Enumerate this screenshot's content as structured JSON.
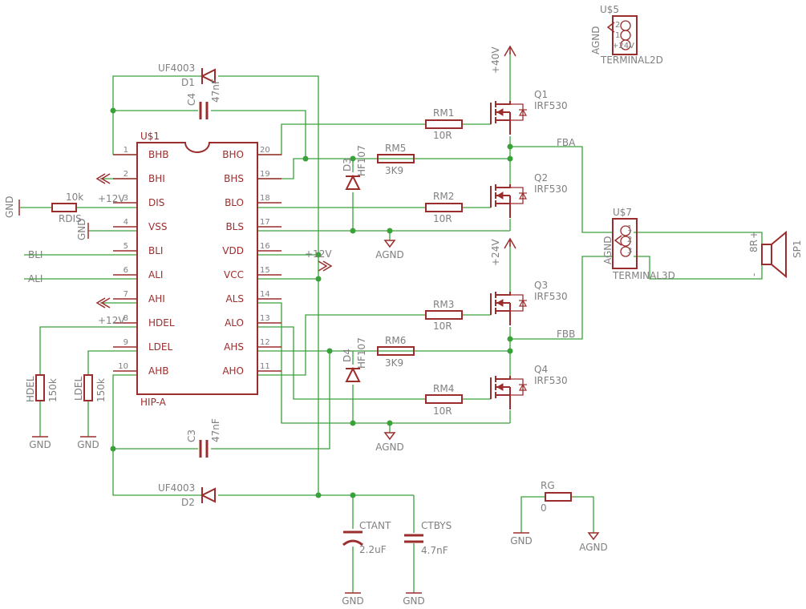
{
  "ic": {
    "ref": "U$1",
    "value": "HIP-A",
    "left_pins": [
      {
        "num": "1",
        "name": "BHB"
      },
      {
        "num": "2",
        "name": "BHI"
      },
      {
        "num": "3",
        "name": "DIS"
      },
      {
        "num": "4",
        "name": "VSS"
      },
      {
        "num": "5",
        "name": "BLI"
      },
      {
        "num": "6",
        "name": "ALI"
      },
      {
        "num": "7",
        "name": "AHI"
      },
      {
        "num": "8",
        "name": "HDEL"
      },
      {
        "num": "9",
        "name": "LDEL"
      },
      {
        "num": "10",
        "name": "AHB"
      }
    ],
    "right_pins": [
      {
        "num": "20",
        "name": "BHO"
      },
      {
        "num": "19",
        "name": "BHS"
      },
      {
        "num": "18",
        "name": "BLO"
      },
      {
        "num": "17",
        "name": "BLS"
      },
      {
        "num": "16",
        "name": "VDD"
      },
      {
        "num": "15",
        "name": "VCC"
      },
      {
        "num": "14",
        "name": "ALS"
      },
      {
        "num": "13",
        "name": "ALO"
      },
      {
        "num": "12",
        "name": "AHS"
      },
      {
        "num": "11",
        "name": "AHO"
      }
    ]
  },
  "labels": {
    "d1_val": "UF4003",
    "d1_ref": "D1",
    "d2_val": "UF4003",
    "d2_ref": "D2",
    "c4_ref": "C4",
    "c4_val": "47nF",
    "c3_ref": "C3",
    "c3_val": "47nF",
    "d3_ref": "D3",
    "d3_val": "HF107",
    "d4_ref": "D4",
    "d4_val": "HF107",
    "rm1": "RM1",
    "rm1_val": "10R",
    "rm2": "RM2",
    "rm2_val": "10R",
    "rm3": "RM3",
    "rm3_val": "10R",
    "rm4": "RM4",
    "rm4_val": "10R",
    "rm5": "RM5",
    "rm5_val": "3K9",
    "rm6": "RM6",
    "rm6_val": "3K9",
    "q1": "Q1",
    "q1_val": "IRF530",
    "q2": "Q2",
    "q2_val": "IRF530",
    "q3": "Q3",
    "q3_val": "IRF530",
    "q4": "Q4",
    "q4_val": "IRF530",
    "v40": "+40V",
    "v24": "+24V",
    "fba": "FBA",
    "fbb": "FBB",
    "agnd": "AGND",
    "gnd": "GND",
    "rdis_ref": "RDIS",
    "rdis_val": "10k",
    "v12": "+12V",
    "bli": "BLI",
    "ali": "ALI",
    "hdel_ref": "HDEL",
    "hdel_val": "150k",
    "ldel_ref": "LDEL",
    "ldel_val": "150k",
    "u5_ref": "U$5",
    "u5_val": "TERMINAL2D",
    "u5_p2": "2",
    "u5_p1": "1",
    "u5_p24": "+24V",
    "u7_ref": "U$7",
    "u7_val": "TERMINAL3D",
    "u7_p1": "1",
    "u7_p2": "2",
    "u7_p3": "3",
    "sp1": "SP1",
    "sp_val": "8R",
    "sp_plus": "+",
    "sp_minus": "-",
    "ctant": "CTANT",
    "ctant_val": "2.2uF",
    "ctbys": "CTBYS",
    "ctbys_val": "4.7nF",
    "rg": "RG",
    "rg_val": "0"
  },
  "colors": {
    "wire": "#3aa13a",
    "part": "#9b2d2d",
    "text": "#808080"
  }
}
